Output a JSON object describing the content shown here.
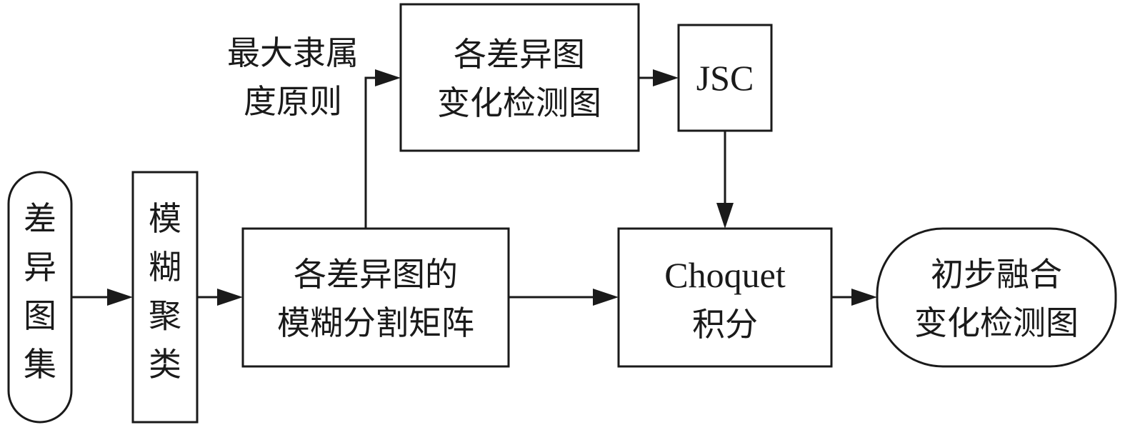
{
  "nodes": {
    "difference_set": {
      "lines": [
        "差",
        "异",
        "图",
        "集"
      ]
    },
    "fuzzy_clustering": {
      "lines": [
        "模",
        "糊",
        "聚",
        "类"
      ]
    },
    "fuzzy_matrix": {
      "lines": [
        "各差异图的",
        "模糊分割矩阵"
      ]
    },
    "max_membership": {
      "lines": [
        "最大隶属",
        "度原则"
      ]
    },
    "change_maps": {
      "lines": [
        "各差异图",
        "变化检测图"
      ]
    },
    "jsc": {
      "lines": [
        "JSC"
      ]
    },
    "choquet": {
      "lines": [
        "Choquet",
        "积分"
      ]
    },
    "fused_result": {
      "lines": [
        "初步融合",
        "变化检测图"
      ]
    }
  },
  "colors": {
    "stroke": "#1a1a1a",
    "fill": "#ffffff"
  }
}
